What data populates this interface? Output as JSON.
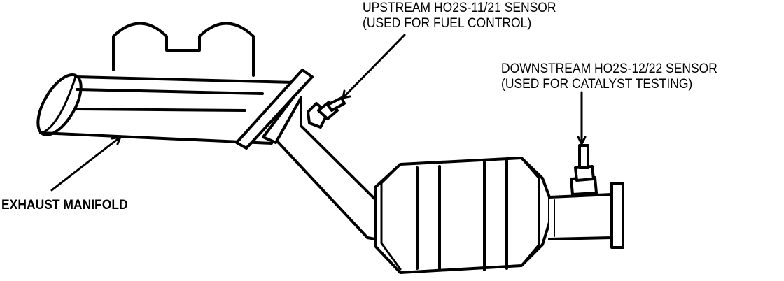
{
  "labels": {
    "upstream_line1": "UPSTREAM HO2S-11/21 SENSOR",
    "upstream_line2": "(USED FOR FUEL CONTROL)",
    "downstream_line1": "DOWNSTREAM HO2S-12/22 SENSOR",
    "downstream_line2": "(USED FOR CATALYST TESTING)",
    "manifold": "EXHAUST MANIFOLD"
  }
}
